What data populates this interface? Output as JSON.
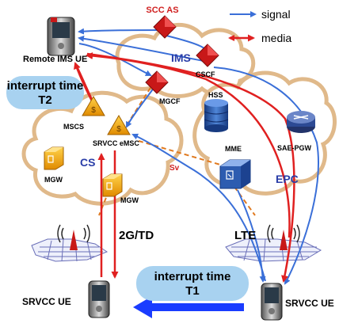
{
  "legend": {
    "signal": "signal",
    "media": "media",
    "signal_color": "#3a6fd8",
    "media_color": "#e02020"
  },
  "domains": {
    "ims": "IMS",
    "cs": "CS",
    "epc": "EPC"
  },
  "nodes": {
    "scc_as": "SCC AS",
    "cscf": "CSCF",
    "mgcf": "MGCF",
    "hss": "HSS",
    "mscs": "MSCS",
    "srvcc_emsc": "SRVCC eMSC",
    "mme": "MME",
    "sae_pgw": "SAE-PGW",
    "mgw_left": "MGW",
    "mgw_right": "MGW",
    "remote_ue": "Remote IMS UE",
    "srvcc_ue_left": "SRVCC UE",
    "srvcc_ue_right": "SRVCC UE"
  },
  "interfaces": {
    "sv": "Sv"
  },
  "access": {
    "left": "2G/TD",
    "right": "LTE"
  },
  "interrupts": {
    "t2_line1": "interrupt time",
    "t2_line2": "T2",
    "t1_line1": "interrupt time",
    "t1_line2": "T1"
  },
  "colors": {
    "cloud_fill": "#ffffff",
    "cloud_stroke": "#e0b98a",
    "ims_text": "#2a3ea8",
    "bubble_fill": "#a8d2f0",
    "router_red": "#c81818",
    "hss_blue": "#1f4ca0",
    "sv_red": "#d02020",
    "handover_arrow": "#1a3cff"
  }
}
